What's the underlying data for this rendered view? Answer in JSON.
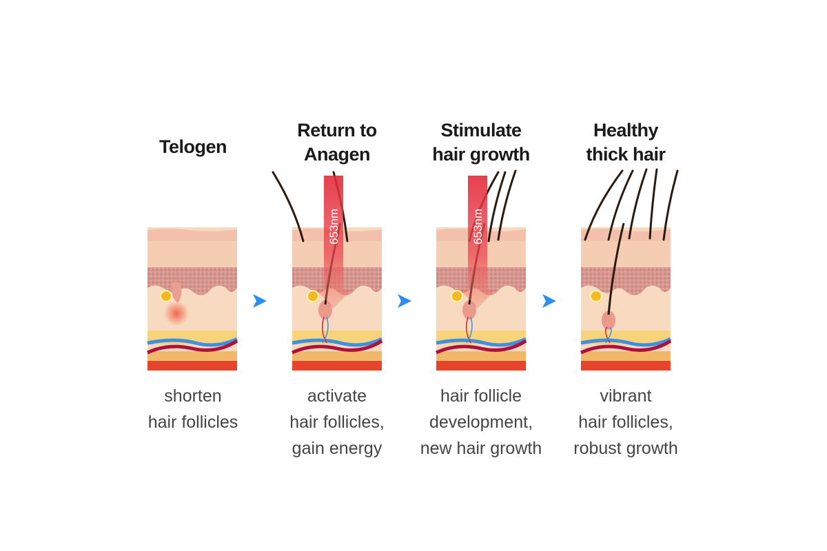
{
  "stages": [
    {
      "title": [
        "Telogen"
      ],
      "caption": [
        "shorten",
        "hair follicles"
      ],
      "hairs": 0,
      "light": false,
      "light_label": ""
    },
    {
      "title": [
        "Return to",
        "Anagen"
      ],
      "caption": [
        "activate",
        "hair follicles,",
        "gain energy"
      ],
      "hairs": 2,
      "light": true,
      "light_label": "653nm"
    },
    {
      "title": [
        "Stimulate",
        "hair growth"
      ],
      "caption": [
        "hair follicle",
        "development,",
        "new hair growth"
      ],
      "hairs": 3,
      "light": true,
      "light_label": "653nm"
    },
    {
      "title": [
        "Healthy",
        "thick hair"
      ],
      "caption": [
        "vibrant",
        "hair follicles,",
        "robust growth"
      ],
      "hairs": 6,
      "light": false,
      "light_label": ""
    }
  ],
  "colors": {
    "arrow": "#2a8ff0",
    "light_beam": "#e8343e",
    "skin_top": "#f2c0ab",
    "dermis": "#d69890",
    "tissue": "#f8dac0",
    "fat": "#f6d267",
    "base": "#e6442c"
  }
}
